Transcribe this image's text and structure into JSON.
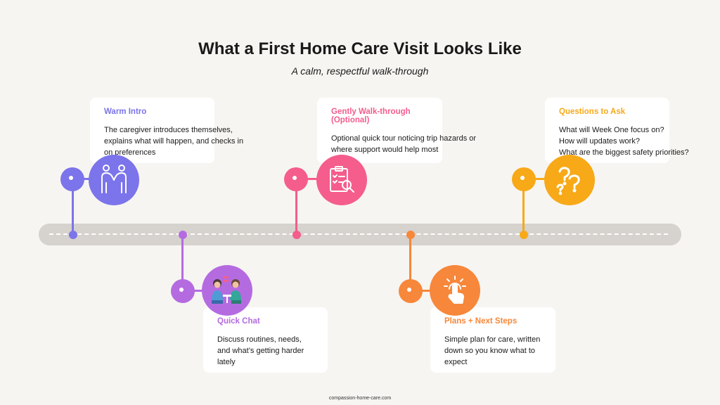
{
  "header": {
    "title": "What a First Home Care Visit Looks Like",
    "subtitle": "A calm, respectful walk-through"
  },
  "colors": {
    "background": "#f7f5f2",
    "track": "#d6d2cd",
    "step1": "#7b74ea",
    "step2": "#b56be0",
    "step3": "#f45d8c",
    "step4": "#f7873a",
    "step5": "#f7a918"
  },
  "steps": [
    {
      "title": "Warm Intro",
      "lines": [
        "The caregiver introduces themselves,",
        "explains what will happen, and checks in",
        "on preferences"
      ],
      "icon": "handshake-people-icon"
    },
    {
      "title": "Quick Chat",
      "lines": [
        "Discuss routines, needs,",
        "and what’s getting harder",
        "lately"
      ],
      "icon": "two-people-chatting-icon"
    },
    {
      "title": "Gently Walk-through (Optional)",
      "lines": [
        "Optional quick tour noticing trip hazards or",
        "where support would help most"
      ],
      "icon": "checklist-magnifier-icon"
    },
    {
      "title": "Plans + Next Steps",
      "lines": [
        "Simple plan for care, written",
        "down so you know what to",
        "expect"
      ],
      "icon": "tap-finger-icon"
    },
    {
      "title": "Questions to Ask",
      "lines": [
        "What will Week One focus on?",
        "How will updates work?",
        "What are the biggest safety priorities?"
      ],
      "icon": "question-marks-icon"
    }
  ],
  "footer": {
    "text": "compassion-home-care.com"
  }
}
